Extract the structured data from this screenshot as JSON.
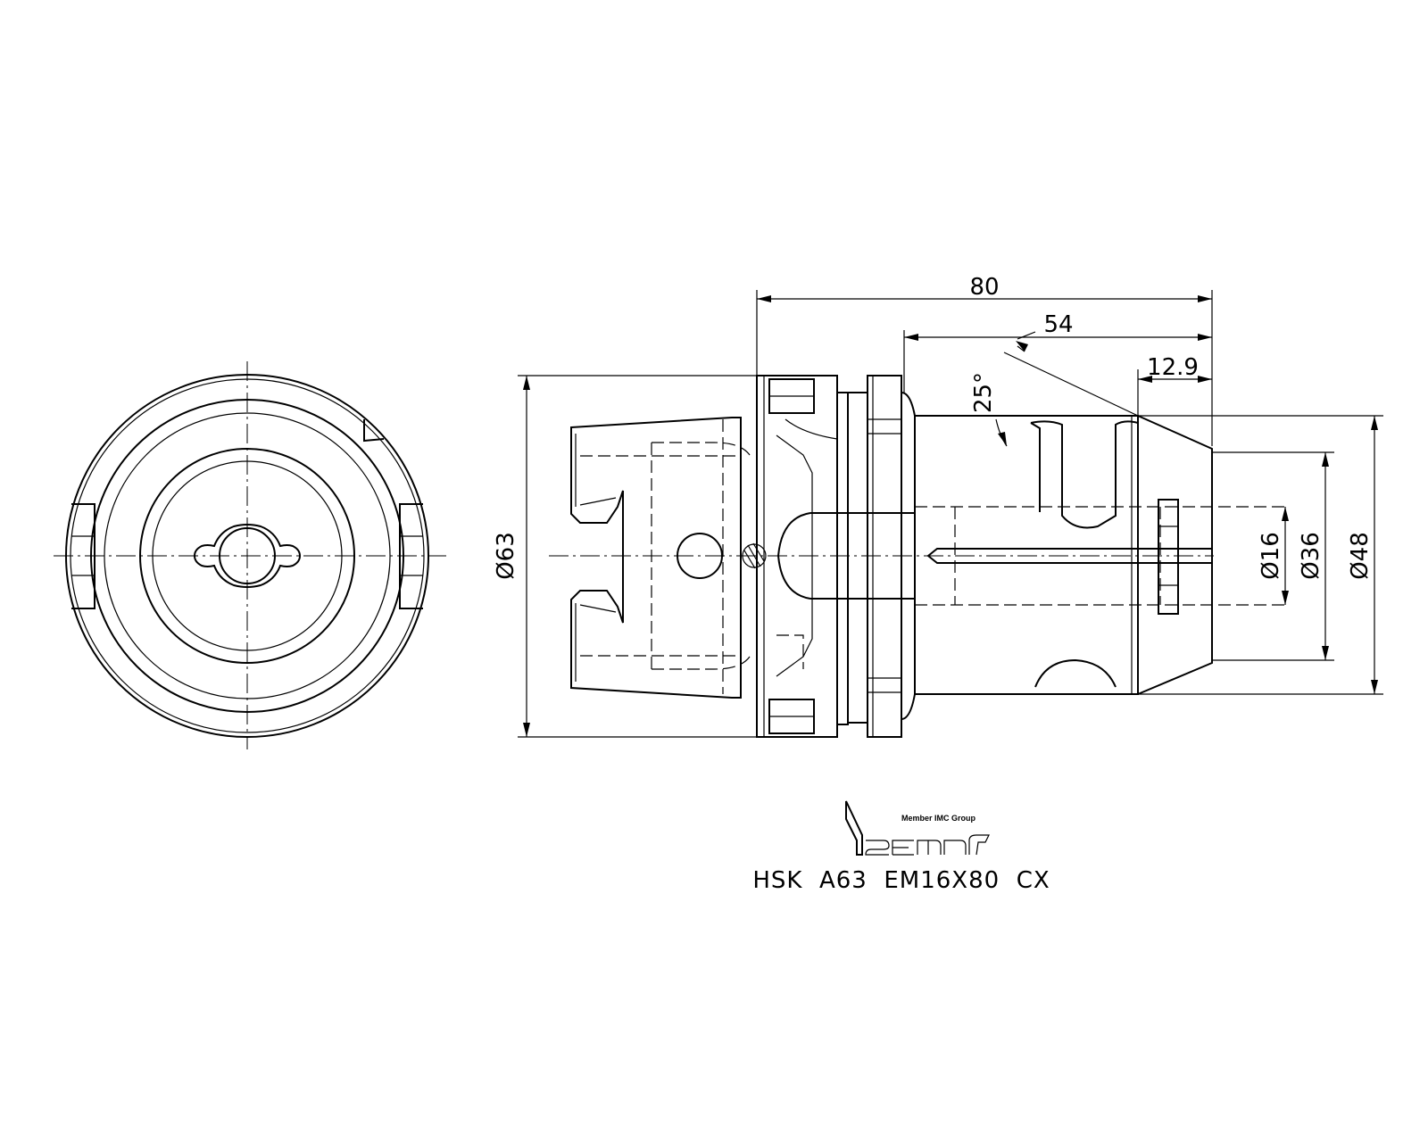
{
  "drawing": {
    "part_designation": "HSK  A63  EM16X80  CX",
    "dimensions": {
      "overall_length": "80",
      "body_length": "54",
      "nose_length": "12.9",
      "nose_angle": "25°",
      "flange_diameter": "Ø63",
      "bore_diameter": "Ø16",
      "inner_diameter": "Ø36",
      "body_diameter": "Ø48"
    },
    "logo": {
      "brand": "iscar",
      "tagline": "Member IMC Group"
    },
    "colors": {
      "line": "#000000",
      "background": "#ffffff"
    }
  }
}
